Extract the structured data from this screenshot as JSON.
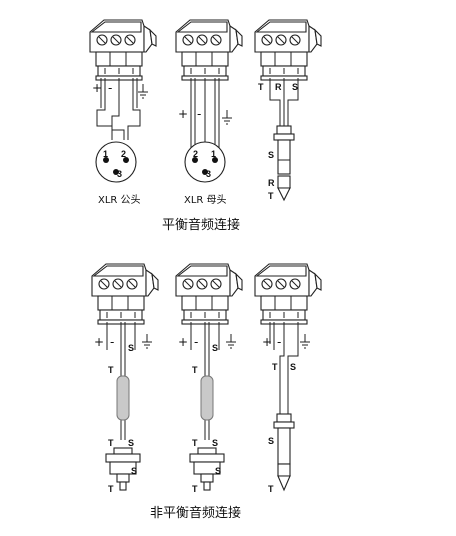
{
  "top_strip_text": "",
  "section_balanced": {
    "title": "平衡音频连接",
    "xlr_male_caption": "XLR 公头",
    "xlr_female_caption": "XLR 母头",
    "wire_signs": {
      "plus": "+",
      "minus": "-",
      "ground": "⏚"
    },
    "xlr_male_pins": [
      "1",
      "2",
      "3"
    ],
    "xlr_female_pins": [
      "2",
      "1",
      "3"
    ],
    "trs_top_labels": [
      "T",
      "R",
      "S"
    ],
    "trs_plug_labels": [
      "S",
      "R",
      "T"
    ]
  },
  "section_unbalanced": {
    "title": "非平衡音频连接",
    "wire_signs": {
      "plus": "+",
      "minus": "-",
      "shield": "S",
      "ground": "⏚"
    },
    "rca_labels": {
      "core": "T",
      "shield": "S",
      "tip": "T"
    },
    "ts_labels": {
      "core": "T",
      "shield": "S",
      "plug_sleeve": "S",
      "plug_tip": "T"
    }
  }
}
